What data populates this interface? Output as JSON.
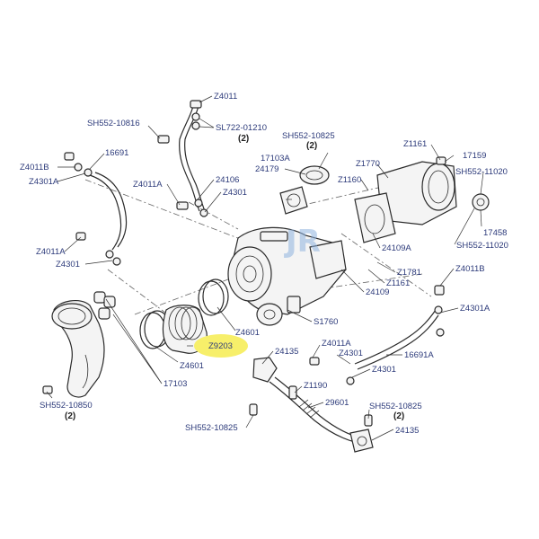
{
  "highlight_color": "#f7ef6a",
  "watermark": {
    "text": "JR"
  },
  "labels": {
    "z4011_top": "Z4011",
    "sh552_10816": "SH552-10816",
    "sl722": "SL722-01210",
    "sl722_qty": "(2)",
    "sh552_10825_a": "SH552-10825",
    "sh552_10825_a_qty": "(2)",
    "l16691": "16691",
    "z4011b_left": "Z4011B",
    "z4301a_left": "Z4301A",
    "z4011a_mid": "Z4011A",
    "l24106": "24106",
    "z4301_mid": "Z4301",
    "l17103a": "17103A",
    "l24179": "24179",
    "z1161_top": "Z1161",
    "l17159": "17159",
    "z1770": "Z1770",
    "sh552_11020_a": "SH552-11020",
    "z1160": "Z1160",
    "l17458": "17458",
    "sh552_11020_b": "SH552-11020",
    "l24109a": "24109A",
    "z4011a_left": "Z4011A",
    "z4301_left": "Z4301",
    "z1781": "Z1781",
    "z1161_mid": "Z1161",
    "l24109": "24109",
    "z4011b_right": "Z4011B",
    "z4301a_right": "Z4301A",
    "z4601_a": "Z4601",
    "s1760": "S1760",
    "z9203": "Z9203",
    "l16691a": "16691A",
    "z4011a_low": "Z4011A",
    "z4301_low_a": "Z4301",
    "l24135_a": "24135",
    "z4601_b": "Z4601",
    "z4301_low_b": "Z4301",
    "l17103": "17103",
    "z1190": "Z1190",
    "l29601": "29601",
    "sh552_10825_b": "SH552-10825",
    "sh552_10825_b_qty": "(2)",
    "sh552_10850": "SH552-10850",
    "sh552_10850_qty": "(2)",
    "sh552_10825_c": "SH552-10825",
    "l24135_b": "24135"
  }
}
